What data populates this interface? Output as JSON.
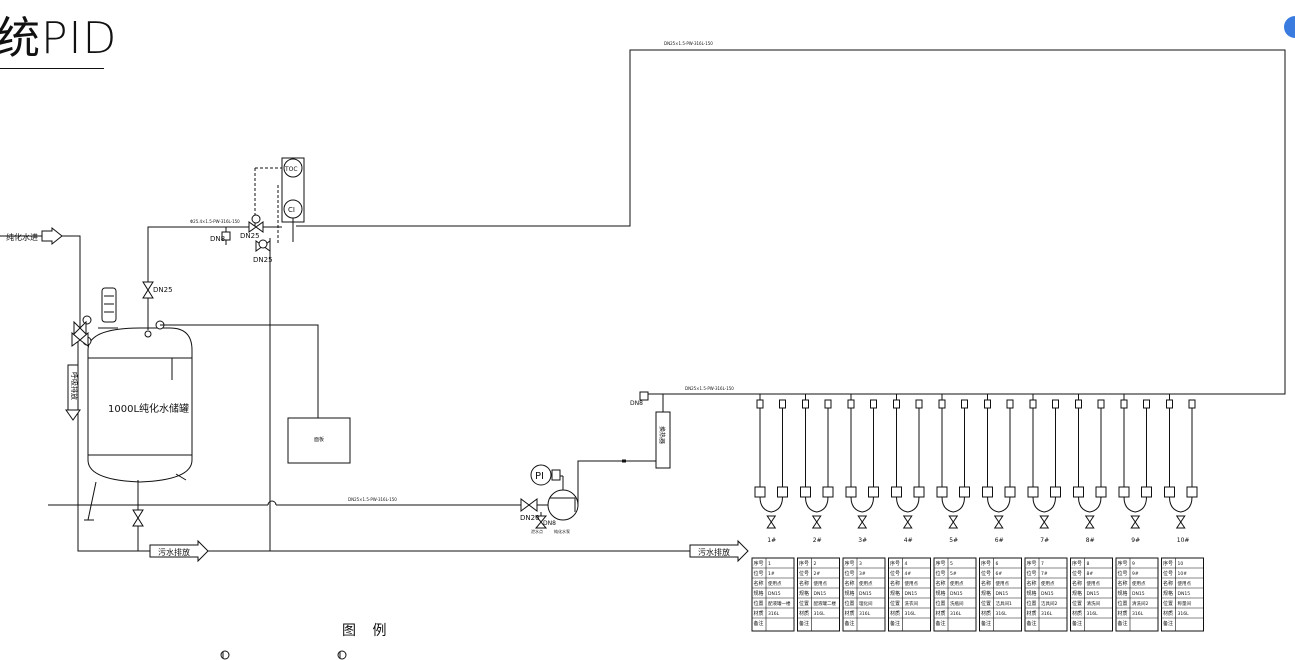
{
  "title": "统PID",
  "legend_title": "图 例",
  "tank_label": "1000L纯化水储罐",
  "inlet_label": "纯化水进",
  "drain_labels": [
    "污水排放",
    "污水排放"
  ],
  "side_label": "呼吸排放",
  "controller_label": "面板",
  "instrument_labels": {
    "pi": "PI",
    "ci": "CI",
    "toc": "TOC"
  },
  "pipe_labels": {
    "top_return": "DN25×1.5-PW-316L-150",
    "upper_left": "Φ25.4×1.5-PW-316L-150",
    "supply_main": "DN25×1.5-PW-316L-150",
    "manifold": "DN25×1.5-PW-316L-150"
  },
  "dn_labels": {
    "dn8_upper": "DN8",
    "dn25_a": "DN25",
    "dn25_b": "DN25",
    "dn25_c": "DN25",
    "dn8_right": "DN8",
    "dn20": "DN20",
    "dn8_pump": "DN8"
  },
  "pump_labels": {
    "name": "纯化水泵",
    "drain": "泄水点"
  },
  "heat_exchanger_label": "换热器",
  "user_points": [
    "1#",
    "2#",
    "3#",
    "4#",
    "5#",
    "6#",
    "7#",
    "8#",
    "9#",
    "10#"
  ],
  "user_tables": {
    "row_headers": [
      "序号",
      "位号",
      "名称",
      "规格",
      "位置",
      "材质",
      "备注"
    ],
    "columns": [
      {
        "no": "1",
        "tag": "1#",
        "name": "使用点",
        "spec": "DN15",
        "location": "配液罐一楼",
        "material": "316L"
      },
      {
        "no": "2",
        "tag": "2#",
        "name": "使用点",
        "spec": "DN15",
        "location": "配液罐二楼",
        "material": "316L"
      },
      {
        "no": "3",
        "tag": "3#",
        "name": "使用点",
        "spec": "DN15",
        "location": "理化间",
        "material": "316L"
      },
      {
        "no": "4",
        "tag": "4#",
        "name": "使用点",
        "spec": "DN15",
        "location": "洗衣间",
        "material": "316L"
      },
      {
        "no": "5",
        "tag": "5#",
        "name": "使用点",
        "spec": "DN15",
        "location": "洗瓶间",
        "material": "316L"
      },
      {
        "no": "6",
        "tag": "6#",
        "name": "使用点",
        "spec": "DN15",
        "location": "洁具间1",
        "material": "316L"
      },
      {
        "no": "7",
        "tag": "7#",
        "name": "使用点",
        "spec": "DN15",
        "location": "洁具间2",
        "material": "316L"
      },
      {
        "no": "8",
        "tag": "8#",
        "name": "使用点",
        "spec": "DN15",
        "location": "清洗间",
        "material": "316L"
      },
      {
        "no": "9",
        "tag": "9#",
        "name": "使用点",
        "spec": "DN15",
        "location": "清洗间2",
        "material": "316L"
      },
      {
        "no": "10",
        "tag": "10#",
        "name": "使用点",
        "spec": "DN15",
        "location": "称量间",
        "material": "316L"
      }
    ]
  },
  "colors": {
    "line": "#111111",
    "accent": "#3a7be0"
  }
}
